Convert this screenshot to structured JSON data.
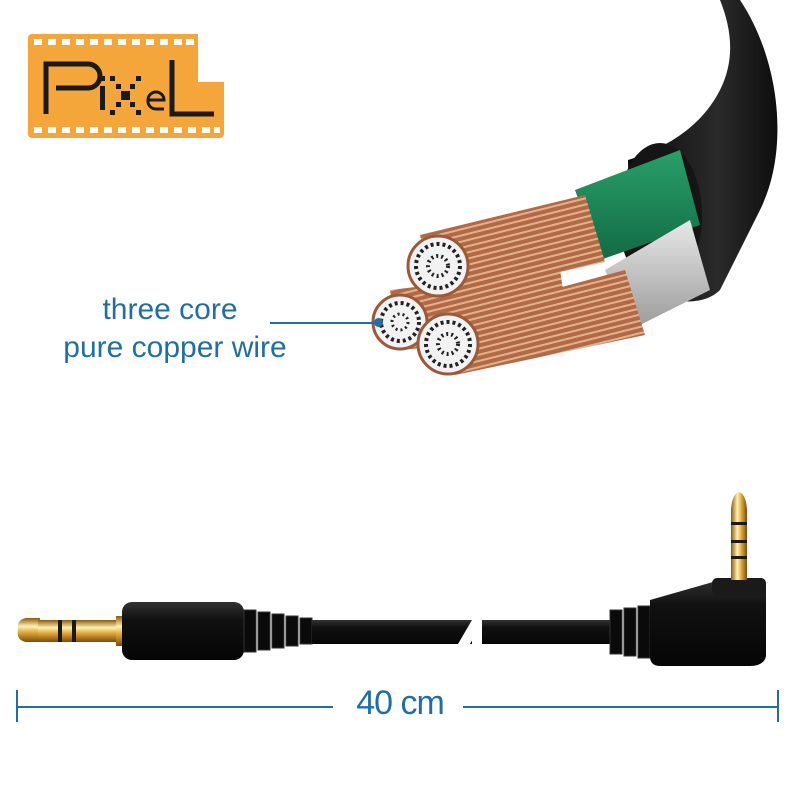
{
  "brand": {
    "logo_text": "PixeL",
    "logo_bg_color": "#f5a63a",
    "logo_fg_color": "#1a1a1a"
  },
  "callout": {
    "line1": "three core",
    "line2": "pure copper wire",
    "color": "#1f6fa6"
  },
  "dimension": {
    "label": "40 cm",
    "color": "#1f6fa6"
  },
  "product": {
    "cable_cross_section": {
      "cores": [
        "copper-green-insulation",
        "copper-white-insulation",
        "copper-bare"
      ],
      "jacket_color": "#111111",
      "green_insulation": "#1f8a5a",
      "white_insulation": "#cfcfcf",
      "copper_color": "#b8704a"
    },
    "cable": {
      "left_plug": "3.5mm straight TRS gold plug",
      "right_plug": "2.5mm right-angle TRRS gold plug"
    }
  }
}
